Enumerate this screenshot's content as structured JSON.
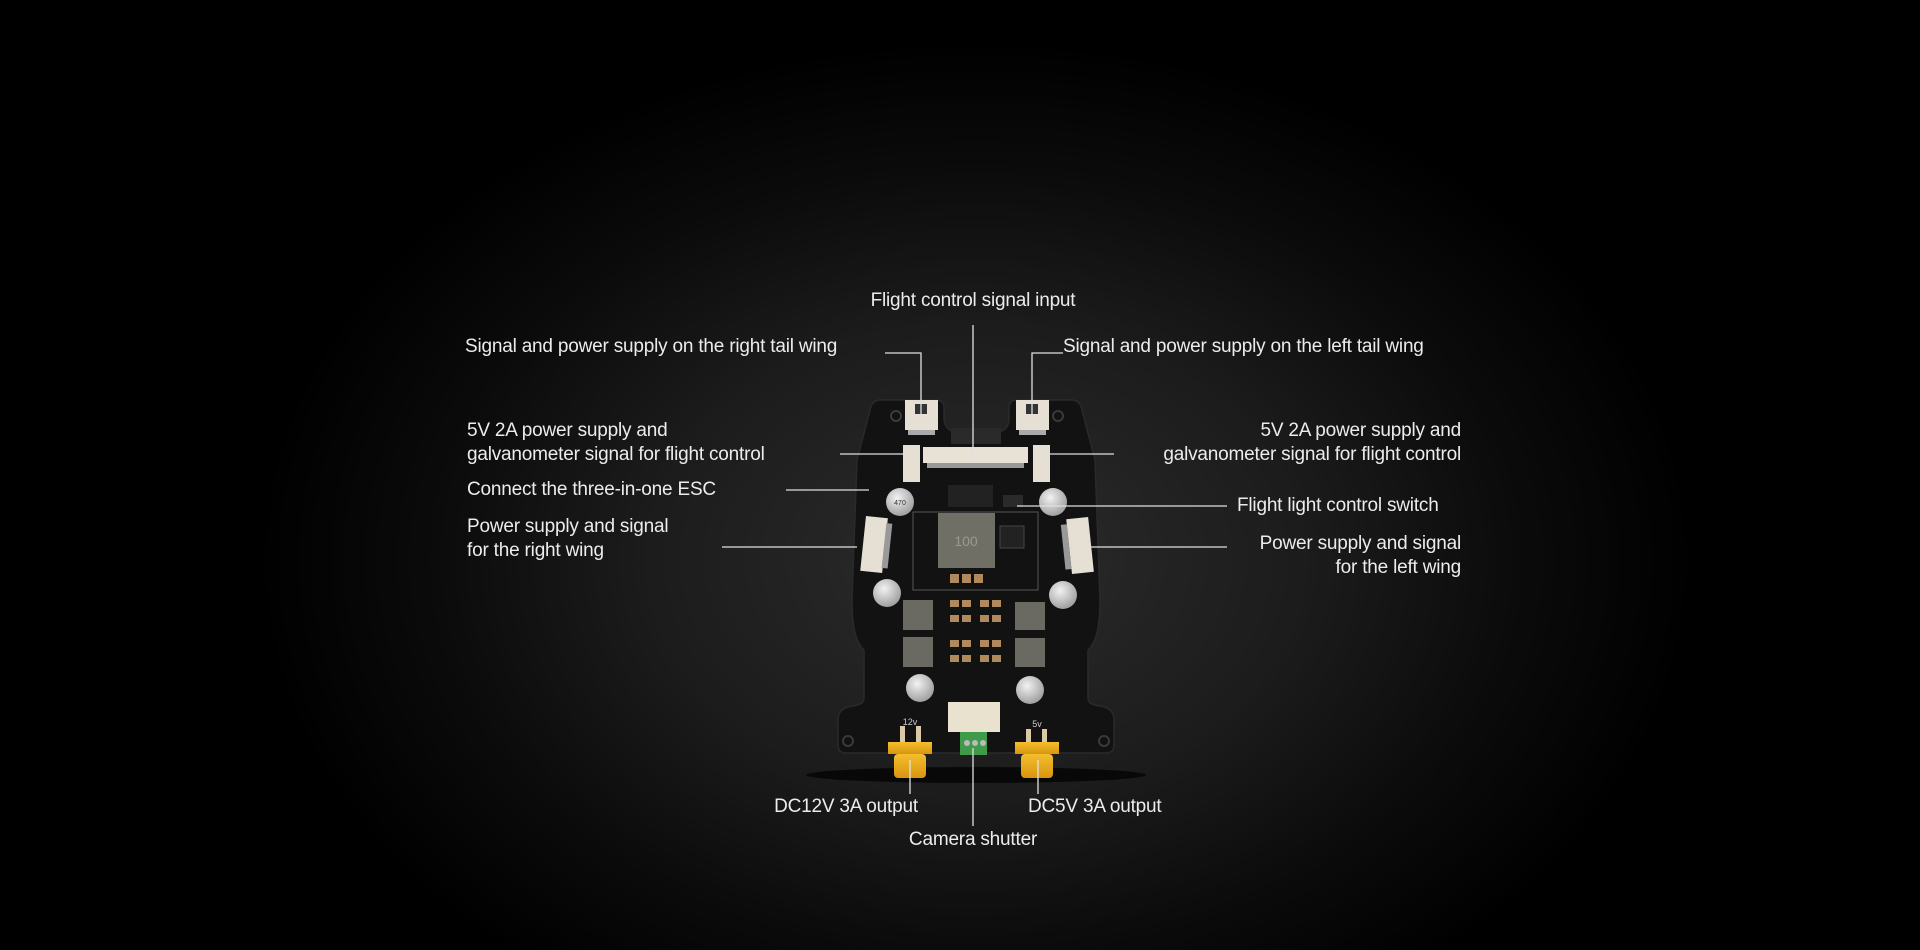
{
  "labels": {
    "flight_control_input": "Flight control signal input",
    "right_tail_wing": "Signal and power supply on the right tail wing",
    "left_tail_wing": "Signal and power supply on the left tail wing",
    "fc_power_left": [
      "5V 2A power supply and",
      "galvanometer signal for flight control"
    ],
    "fc_power_right": [
      "5V 2A power supply and",
      "galvanometer signal for flight control"
    ],
    "esc": "Connect the three-in-one ESC",
    "flight_light": "Flight light control switch",
    "right_wing": [
      "Power supply and signal",
      "for the right wing"
    ],
    "left_wing": [
      "Power supply and signal",
      "for the left wing"
    ],
    "dc12v": "DC12V 3A output",
    "dc5v": "DC5V 3A output",
    "camera": "Camera shutter"
  },
  "board_markings": {
    "inductor": "100",
    "cap": "470",
    "out12": "12v",
    "out5": "5v"
  },
  "colors": {
    "background": "#000000",
    "text": "#ececec",
    "pcb": "#121212",
    "connector_yellow": "#e8a91c",
    "terminal_green": "#3f9a4a"
  }
}
